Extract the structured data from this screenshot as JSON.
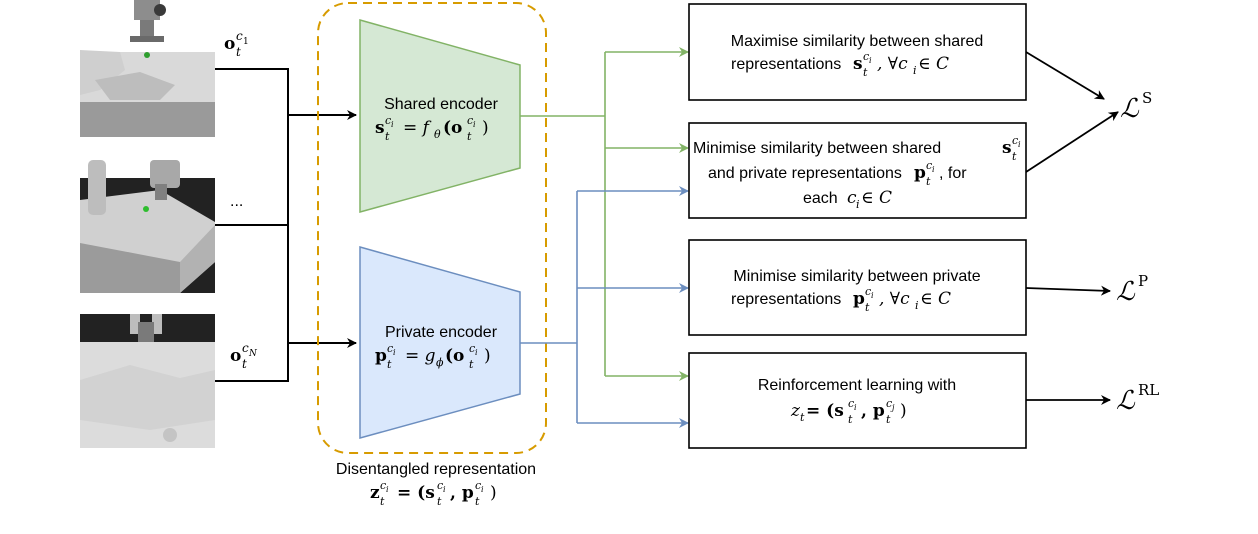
{
  "observations": {
    "top_label": {
      "base": "o",
      "sub": "t",
      "sup": "c",
      "supsub": "1"
    },
    "ellipsis": "...",
    "bottom_label": {
      "base": "o",
      "sub": "t",
      "sup": "c",
      "supsub": "N"
    }
  },
  "shared_encoder": {
    "title": "Shared encoder",
    "formula_lhs": "s",
    "formula_rhs": "= f",
    "formula_param": "θ",
    "formula_arg": "(o",
    "formula_close": ")"
  },
  "private_encoder": {
    "title": "Private encoder",
    "formula_lhs": "p",
    "formula_rhs": "= g",
    "formula_param": "ϕ",
    "formula_arg": "(o",
    "formula_close": ")"
  },
  "disentangled": {
    "title": "Disentangled representation",
    "lhs": "z",
    "eq": "= (s",
    "comma": ", p",
    "close": ")"
  },
  "boxes": {
    "box1": {
      "line1": "Maximise similarity between shared",
      "line2_text": "representations ",
      "line2_sym": "s",
      "line2_tail": ", ∀c",
      "line2_end": " ∈ C"
    },
    "box2": {
      "line1": "Minimise similarity between shared ",
      "line1_sym": "s",
      "line2_text": "and private representations ",
      "line2_sym": "p",
      "line2_tail": ", for",
      "line3_text": "each ",
      "line3_sym": "c",
      "line3_end": " ∈ C"
    },
    "box3": {
      "line1": "Minimise similarity between private",
      "line2_text": "representations ",
      "line2_sym": "p",
      "line2_tail": ", ∀c",
      "line2_end": " ∈ C"
    },
    "box4": {
      "line1": "Reinforcement learning with",
      "line2_lhs": "z",
      "line2_eq": " = (s",
      "line2_comma": ", p",
      "line2_close": ")"
    }
  },
  "losses": {
    "shared": {
      "base": "ℒ",
      "sup": "S"
    },
    "private": {
      "base": "ℒ",
      "sup": "P"
    },
    "rl": {
      "base": "ℒ",
      "sup": "RL"
    }
  },
  "scripts": {
    "sub_t": "t",
    "sup_c": "c",
    "sub_i": "i",
    "sub_j": "j"
  },
  "colors": {
    "shared_fill": "#d5e8d4",
    "shared_stroke": "#82b366",
    "private_fill": "#dae8fc",
    "private_stroke": "#6c8ebf",
    "dashed_border": "#d79b00",
    "green_arrow": "#82b366",
    "blue_arrow": "#6c8ebf"
  }
}
